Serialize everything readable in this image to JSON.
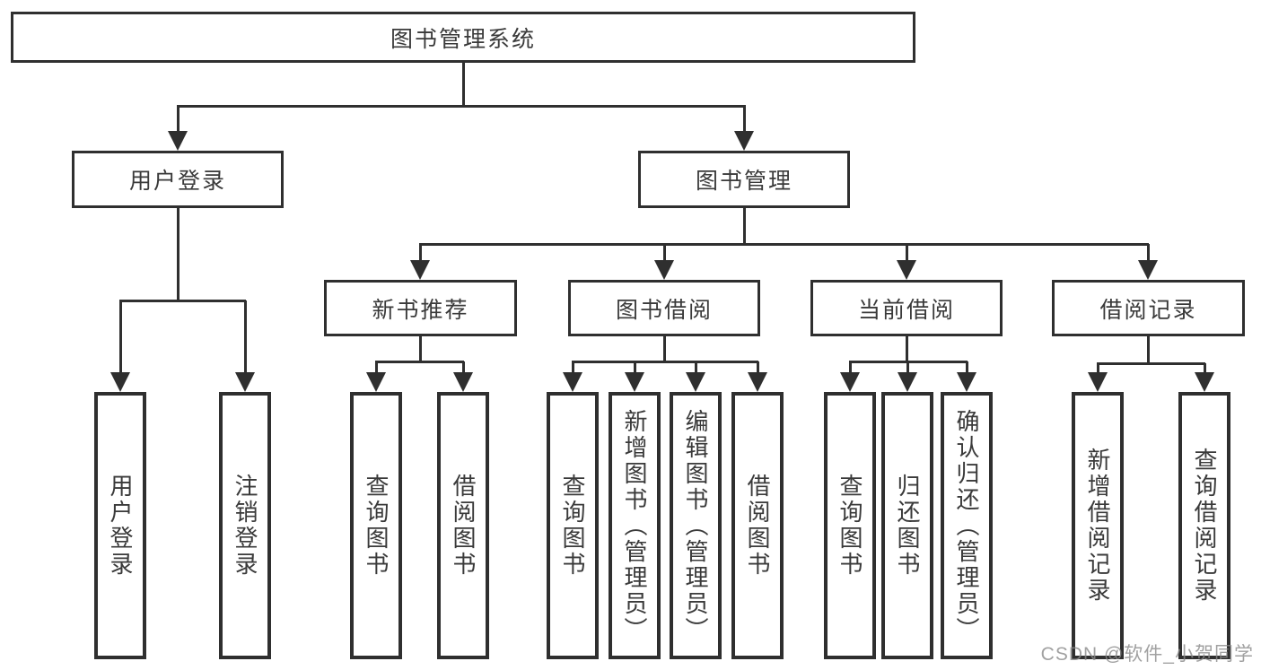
{
  "diagram": {
    "title": "图书管理系统",
    "branches": {
      "user_login": "用户登录",
      "book_mgmt": "图书管理"
    },
    "modules": {
      "new_books": "新书推荐",
      "book_borrow": "图书借阅",
      "current_borrow": "当前借阅",
      "borrow_records": "借阅记录"
    },
    "leaves": {
      "login": [
        "用户登录",
        "注销登录"
      ],
      "new_books": [
        "查询图书",
        "借阅图书"
      ],
      "borrow": [
        "查询图书",
        "新增图书（管理员）",
        "编辑图书（管理员）",
        "借阅图书"
      ],
      "current": [
        "查询图书",
        "归还图书",
        "确认归还（管理员）"
      ],
      "records": [
        "新增借阅记录",
        "查询借阅记录"
      ]
    }
  },
  "watermark": "CSDN @软件_小贺同学",
  "colors": {
    "line": "#2f2f2f",
    "text": "#3a3a3a",
    "background": "#ffffff",
    "watermark": "#8a8a8a"
  }
}
